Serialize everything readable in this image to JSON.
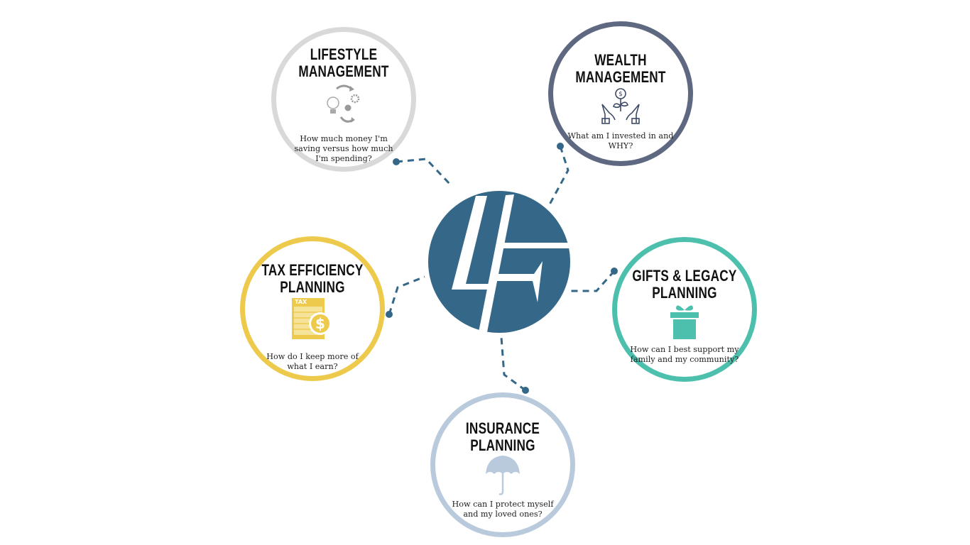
{
  "logo": {
    "text": "LF",
    "color": "#356789"
  },
  "nodes": [
    {
      "id": "lifestyle",
      "title_line1": "LIFESTYLE",
      "title_line2": "MANAGEMENT",
      "question": "How much money I'm saving versus how much I'm spending?",
      "color": "#d9d9d9",
      "icon": "lightbulb-gears-icon"
    },
    {
      "id": "wealth",
      "title_line1": "WEALTH",
      "title_line2": "MANAGEMENT",
      "question": "What am I invested in and WHY?",
      "color": "#5e6880",
      "icon": "hands-coin-plant-icon"
    },
    {
      "id": "tax",
      "title_line1": "TAX EFFICIENCY",
      "title_line2": "PLANNING",
      "question": "How do I keep more of what I earn?",
      "color": "#edc94c",
      "icon": "tax-document-dollar-icon",
      "icon_text": "TAX"
    },
    {
      "id": "gifts",
      "title_line1": "GIFTS & LEGACY",
      "title_line2": "PLANNING",
      "question": "How can I best support my family and my community?",
      "color": "#4cbfad",
      "icon": "gift-box-icon"
    },
    {
      "id": "insurance",
      "title_line1": "INSURANCE",
      "title_line2": "PLANNING",
      "question": "How can I protect myself and my loved ones?",
      "color": "#b9cadd",
      "icon": "umbrella-icon"
    }
  ],
  "connector_color": "#356789"
}
